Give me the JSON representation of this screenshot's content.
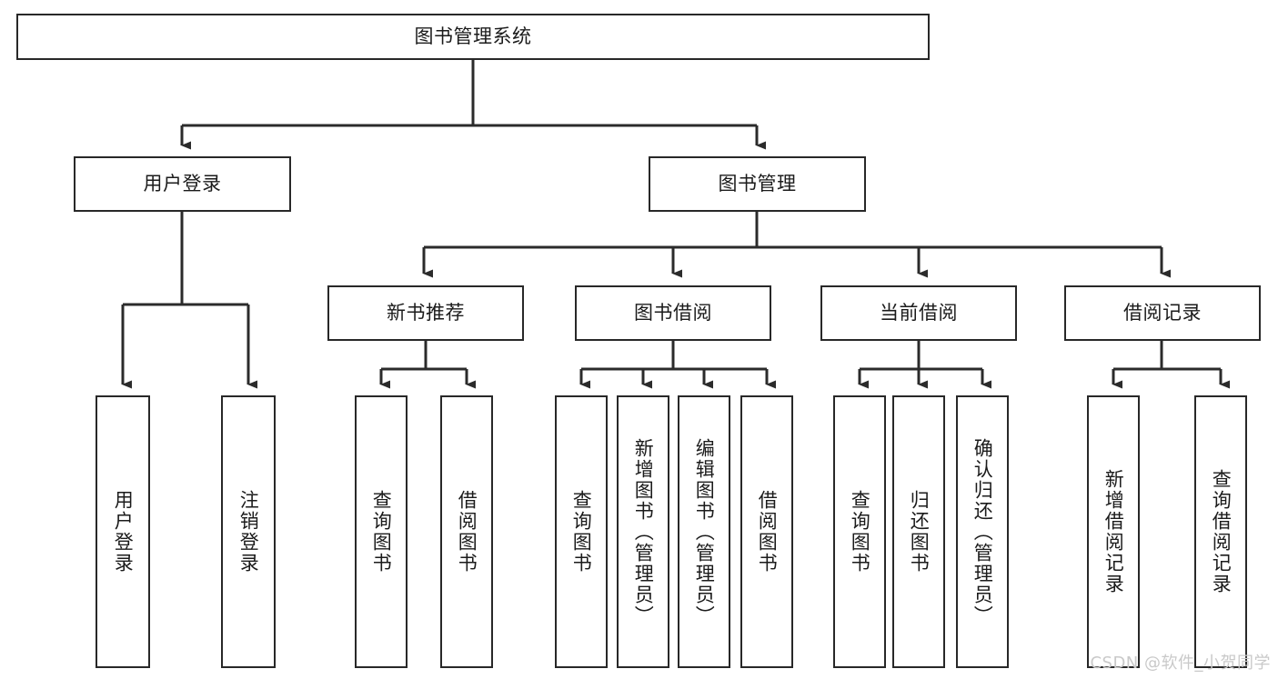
{
  "diagram": {
    "title": "图书管理系统",
    "type": "hierarchy-tree",
    "watermark": "CSDN @软件_小贺同学",
    "colors": {
      "background": "#ffffff",
      "node_border": "#282828",
      "node_fill": "#ffffff",
      "text": "#1b1b1b",
      "edge": "#2b2b2b",
      "watermark": "#c9c9c9"
    },
    "nodes": {
      "root": {
        "label": "图书管理系统",
        "level": 1,
        "orientation": "horizontal"
      },
      "user_login": {
        "label": "用户登录",
        "level": 2,
        "orientation": "horizontal"
      },
      "book_manage": {
        "label": "图书管理",
        "level": 2,
        "orientation": "horizontal"
      },
      "new_book_rec": {
        "label": "新书推荐",
        "level": 3,
        "orientation": "horizontal"
      },
      "book_borrow": {
        "label": "图书借阅",
        "level": 3,
        "orientation": "horizontal"
      },
      "current_borrow": {
        "label": "当前借阅",
        "level": 3,
        "orientation": "horizontal"
      },
      "borrow_record": {
        "label": "借阅记录",
        "level": 3,
        "orientation": "horizontal"
      },
      "leaf_user_login": {
        "label": "用户登录",
        "level": 4,
        "orientation": "vertical"
      },
      "leaf_logout": {
        "label": "注销登录",
        "level": 4,
        "orientation": "vertical"
      },
      "leaf_query_book_1": {
        "label": "查询图书",
        "level": 4,
        "orientation": "vertical"
      },
      "leaf_borrow_book_1": {
        "label": "借阅图书",
        "level": 4,
        "orientation": "vertical"
      },
      "leaf_query_book_2": {
        "label": "查询图书",
        "level": 4,
        "orientation": "vertical"
      },
      "leaf_add_book": {
        "label": "新增图书（管理员）",
        "level": 4,
        "orientation": "vertical"
      },
      "leaf_edit_book": {
        "label": "编辑图书（管理员）",
        "level": 4,
        "orientation": "vertical"
      },
      "leaf_borrow_book_2": {
        "label": "借阅图书",
        "level": 4,
        "orientation": "vertical"
      },
      "leaf_query_book_3": {
        "label": "查询图书",
        "level": 4,
        "orientation": "vertical"
      },
      "leaf_return_book": {
        "label": "归还图书",
        "level": 4,
        "orientation": "vertical"
      },
      "leaf_confirm_return": {
        "label": "确认归还（管理员）",
        "level": 4,
        "orientation": "vertical"
      },
      "leaf_add_record": {
        "label": "新增借阅记录",
        "level": 4,
        "orientation": "vertical"
      },
      "leaf_query_record": {
        "label": "查询借阅记录",
        "level": 4,
        "orientation": "vertical"
      }
    },
    "edges": [
      {
        "from": "root",
        "to": "user_login"
      },
      {
        "from": "root",
        "to": "book_manage"
      },
      {
        "from": "book_manage",
        "to": "new_book_rec"
      },
      {
        "from": "book_manage",
        "to": "book_borrow"
      },
      {
        "from": "book_manage",
        "to": "current_borrow"
      },
      {
        "from": "book_manage",
        "to": "borrow_record"
      },
      {
        "from": "user_login",
        "to": "leaf_user_login"
      },
      {
        "from": "user_login",
        "to": "leaf_logout"
      },
      {
        "from": "new_book_rec",
        "to": "leaf_query_book_1"
      },
      {
        "from": "new_book_rec",
        "to": "leaf_borrow_book_1"
      },
      {
        "from": "book_borrow",
        "to": "leaf_query_book_2"
      },
      {
        "from": "book_borrow",
        "to": "leaf_add_book"
      },
      {
        "from": "book_borrow",
        "to": "leaf_edit_book"
      },
      {
        "from": "book_borrow",
        "to": "leaf_borrow_book_2"
      },
      {
        "from": "current_borrow",
        "to": "leaf_query_book_3"
      },
      {
        "from": "current_borrow",
        "to": "leaf_return_book"
      },
      {
        "from": "current_borrow",
        "to": "leaf_confirm_return"
      },
      {
        "from": "borrow_record",
        "to": "leaf_add_record"
      },
      {
        "from": "borrow_record",
        "to": "leaf_query_record"
      }
    ]
  }
}
